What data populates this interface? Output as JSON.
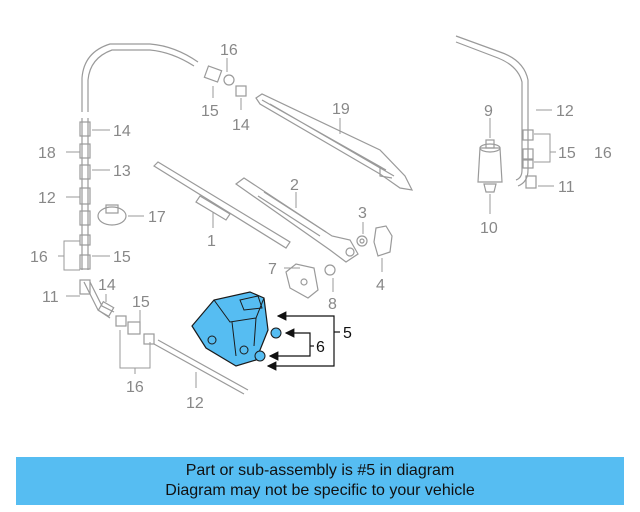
{
  "banner": {
    "line1": "Part or sub-assembly is #5 in diagram",
    "line2": "Diagram may not be specific to your vehicle"
  },
  "highlight_color": "#56bdf2",
  "callouts": {
    "c1": "1",
    "c2": "2",
    "c3": "3",
    "c4": "4",
    "c5": "5",
    "c6": "6",
    "c7": "7",
    "c8": "8",
    "c9": "9",
    "c10": "10",
    "c11a": "11",
    "c11b": "11",
    "c12a": "12",
    "c12b": "12",
    "c12c": "12",
    "c13": "13",
    "c14a": "14",
    "c14b": "14",
    "c14c": "14",
    "c15a": "15",
    "c15b": "15",
    "c15c": "15",
    "c15d": "15",
    "c16a": "16",
    "c16b": "16",
    "c16c": "16",
    "c16d": "16",
    "c17": "17",
    "c18": "18",
    "c19": "19"
  }
}
